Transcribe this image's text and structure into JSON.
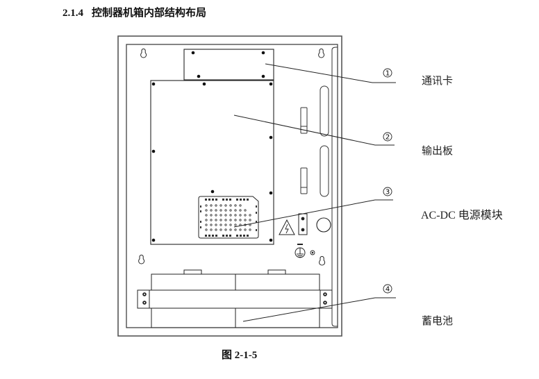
{
  "heading": {
    "number": "2.1.4",
    "title": "控制器机箱内部结构布局"
  },
  "callouts": [
    {
      "number": "1",
      "label": "通讯卡"
    },
    {
      "number": "2",
      "label": "输出板"
    },
    {
      "number": "3",
      "label": "AC-DC 电源模块"
    },
    {
      "number": "4",
      "label": "蓄电池"
    }
  ],
  "caption": "图 2-1-5",
  "colors": {
    "outline": "#333333",
    "cabinet_outer": "#555555",
    "text": "#222222"
  }
}
